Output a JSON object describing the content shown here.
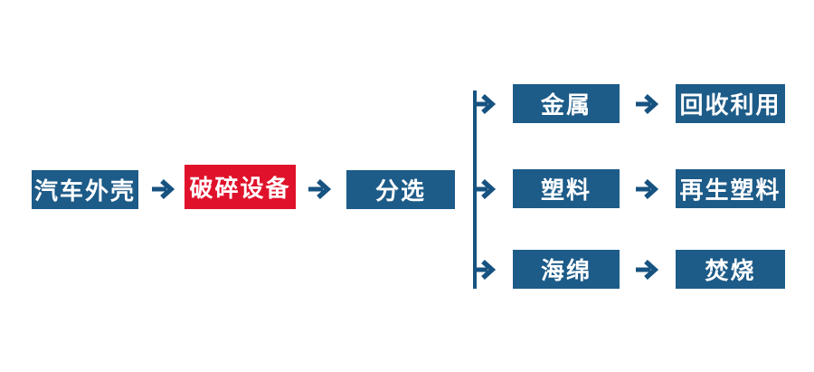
{
  "diagram": {
    "type": "flowchart",
    "direction": "left-to-right",
    "colors": {
      "node_blue": "#1d5b88",
      "node_red": "#e0122b",
      "connector_blue": "#175381",
      "text": "#ffffff",
      "background": "#ffffff"
    },
    "main_flow": [
      {
        "label": "汽车外壳",
        "style": "blue"
      },
      {
        "label": "破碎设备",
        "style": "red"
      },
      {
        "label": "分选",
        "style": "blue"
      }
    ],
    "branches": [
      {
        "material": "金属",
        "outcome": "回收利用"
      },
      {
        "material": "塑料",
        "outcome": "再生塑料"
      },
      {
        "material": "海绵",
        "outcome": "焚烧"
      }
    ]
  }
}
